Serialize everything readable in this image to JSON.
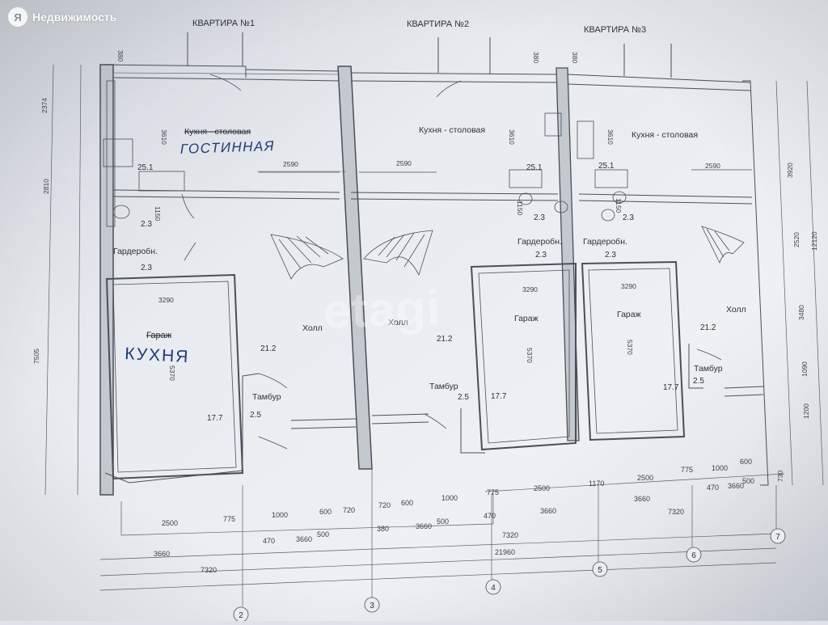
{
  "brand": {
    "logo": "Я",
    "name": "Недвижимость"
  },
  "watermark": "etagi",
  "apartments": [
    "КВАРТИРА №1",
    "КВАРТИРА №2",
    "КВАРТИРА №3"
  ],
  "rooms": {
    "kitchen_crossed": "Кухня - столовая",
    "kitchen_handwritten": "ГОСТИННАЯ",
    "kitchen2": "Кухня - столовая",
    "kitchen3": "Кухня - столовая",
    "wardrobe1": "Гардеробн.",
    "wardrobe2": "Гардеробн.",
    "wardrobe3": "Гардеробн.",
    "garage_crossed": "Гараж",
    "garage_handwritten": "КУХНЯ",
    "garage2": "Гараж",
    "garage3": "Гараж",
    "hall1": "Холл",
    "hall2": "Холл",
    "hall3": "Холл",
    "vestibule1": "Тамбур",
    "vestibule2": "Тамбур",
    "vestibule3": "Тамбур"
  },
  "areas": {
    "bath1": "2.3",
    "ward1": "2.3",
    "garage1": "17.7",
    "tam1": "2.5",
    "hall1": "21.2",
    "bath2": "2.3",
    "ward2": "2.3",
    "garage2": "17.7",
    "tam2": "2.5",
    "hall2": "21.2",
    "bath3": "2.3",
    "ward3": "2.3",
    "garage3": "17.7",
    "tam3": "2.5",
    "hall3": "21.2",
    "k1": "25.1",
    "k2": "25.1",
    "k3": "25.1"
  },
  "dims": {
    "d380a": "380",
    "d380b": "380",
    "d380c": "380",
    "d2590a": "2590",
    "d2590b": "2590",
    "d2590c": "2590",
    "d3610a": "3610",
    "d3610b": "3610",
    "d3610c": "3610",
    "d3290a": "3290",
    "d3290b": "3290",
    "d3290c": "3290",
    "d5370a": "5370",
    "d5370b": "5370",
    "d5370c": "5370",
    "d1150a": "1150",
    "d1150b": "1150",
    "d1150c": "1150",
    "b2500a": "2500",
    "b775a": "775",
    "b1000a": "1000",
    "b600a": "600",
    "b720a": "720",
    "b720b": "720",
    "b600b": "600",
    "b1000b": "1000",
    "b775b": "775",
    "b2500b": "2500",
    "b1170": "1170",
    "b2500c": "2500",
    "b775c": "775",
    "b1000c": "1000",
    "b600c": "600",
    "b470a": "470",
    "b3660a": "3660",
    "b500a": "500",
    "b380a": "380",
    "b3660b": "3660",
    "b500b": "500",
    "b470b": "470",
    "b3660c": "3660",
    "b3660d": "3660",
    "b470c": "470",
    "b3660e": "3660",
    "b500c": "500",
    "r3660": "3660",
    "r7320a": "7320",
    "r7320b": "7320",
    "r7320c": "7320",
    "r21960": "21960",
    "l2374": "2374",
    "l2810": "2810",
    "l7505": "7505",
    "v3920": "3920",
    "v12120": "12120",
    "v2520": "2520",
    "v3480": "3480",
    "v1090": "1090",
    "v1200": "1200",
    "v730": "730"
  },
  "axes": [
    "2",
    "3",
    "4",
    "5",
    "6",
    "7"
  ]
}
